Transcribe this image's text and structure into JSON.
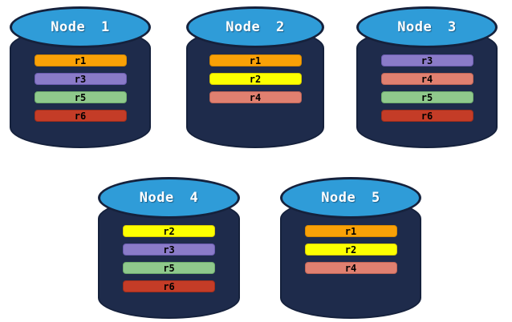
{
  "diagram": {
    "kind": "database-replica-distribution"
  },
  "colors": {
    "node_body": "#1E2B4B",
    "node_outline": "#15213C",
    "node_top": "#2F9CD8",
    "node_label_text": "#FFFFFF",
    "bar_label_text": "#000000",
    "replicas": {
      "r1": {
        "fill": "#F9A107",
        "border": "#D68900"
      },
      "r2": {
        "fill": "#FCFF00",
        "border": "#D8CB00"
      },
      "r3": {
        "fill": "#8A7BC8",
        "border": "#6C5DB0"
      },
      "r4": {
        "fill": "#E08070",
        "border": "#BF6557"
      },
      "r5": {
        "fill": "#8FC98C",
        "border": "#6EAC6D"
      },
      "r6": {
        "fill": "#C43C27",
        "border": "#9E2E1C"
      }
    }
  },
  "nodes": [
    {
      "label": "Node 1",
      "replicas": [
        "r1",
        "r3",
        "r5",
        "r6"
      ]
    },
    {
      "label": "Node 2",
      "replicas": [
        "r1",
        "r2",
        "r4"
      ]
    },
    {
      "label": "Node 3",
      "replicas": [
        "r3",
        "r4",
        "r5",
        "r6"
      ]
    },
    {
      "label": "Node 4",
      "replicas": [
        "r2",
        "r3",
        "r5",
        "r6"
      ]
    },
    {
      "label": "Node 5",
      "replicas": [
        "r1",
        "r2",
        "r4"
      ]
    }
  ]
}
